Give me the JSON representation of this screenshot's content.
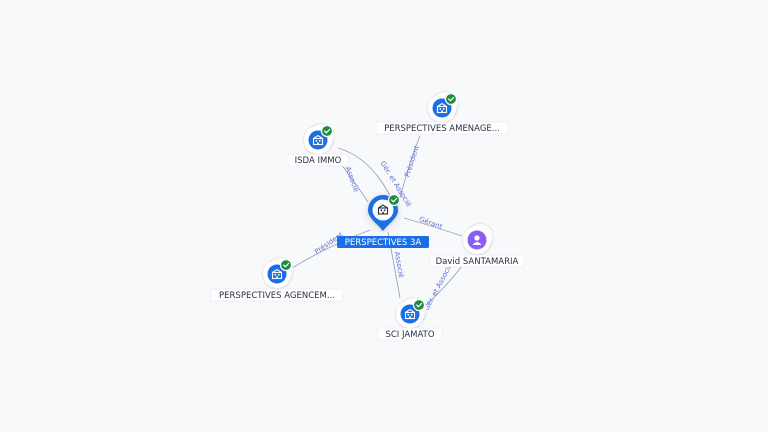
{
  "graph": {
    "nodes": [
      {
        "id": "center",
        "label": "PERSPECTIVES 3A",
        "kind": "company",
        "verified": true,
        "central": true
      },
      {
        "id": "isda",
        "label": "ISDA IMMO",
        "kind": "company",
        "verified": true
      },
      {
        "id": "amenage",
        "label": "PERSPECTIVES AMENAGE...",
        "kind": "company",
        "verified": true
      },
      {
        "id": "agencem",
        "label": "PERSPECTIVES AGENCEM...",
        "kind": "company",
        "verified": true
      },
      {
        "id": "santamaria",
        "label": "David SANTAMARIA",
        "kind": "person",
        "verified": false
      },
      {
        "id": "jamato",
        "label": "SCI JAMATO",
        "kind": "company",
        "verified": true
      }
    ],
    "edges": [
      {
        "id": "isda-center-associe",
        "from": "isda",
        "to": "center",
        "label": "Associé"
      },
      {
        "id": "isda-center-gerant",
        "from": "isda",
        "to": "center",
        "label": "Gér. et Associé"
      },
      {
        "id": "center-amenage",
        "from": "center",
        "to": "amenage",
        "label": "Président"
      },
      {
        "id": "center-agencem",
        "from": "center",
        "to": "agencem",
        "label": "Président"
      },
      {
        "id": "santamaria-center",
        "from": "santamaria",
        "to": "center",
        "label": "Gérant"
      },
      {
        "id": "center-jamato",
        "from": "center",
        "to": "jamato",
        "label": "Associé"
      },
      {
        "id": "santamaria-jamato",
        "from": "santamaria",
        "to": "jamato",
        "label": "Gér. et Associé"
      }
    ]
  },
  "colors": {
    "accent": "#1a6fe6",
    "verified": "#1e8e3e",
    "person": "#8b5cf6",
    "edge": "#9aa3b8",
    "edge_label": "#5b6fd6"
  },
  "icons": {
    "company": "building-icon",
    "person": "person-icon",
    "verified": "check-badge-icon"
  }
}
